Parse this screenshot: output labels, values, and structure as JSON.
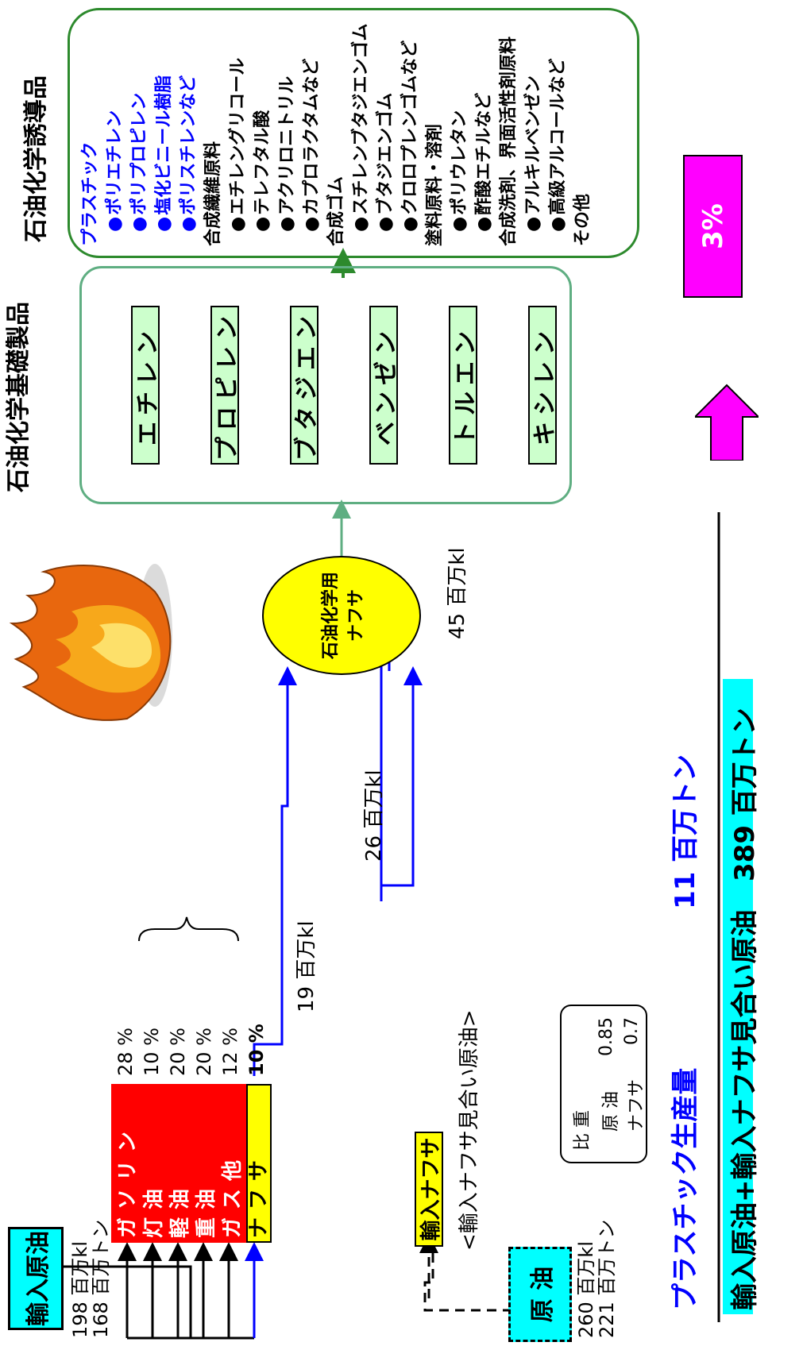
{
  "input": {
    "imported_crude_label": "輸入原油",
    "imported_crude_volume": "198 百万kl",
    "imported_crude_weight": "168 百万トン"
  },
  "fuels": [
    {
      "name": "ガソリン",
      "pct": "28 %"
    },
    {
      "name": "灯油",
      "pct": "10 %"
    },
    {
      "name": "軽油",
      "pct": "20 %"
    },
    {
      "name": "重油",
      "pct": "20 %"
    },
    {
      "name": "ガス他",
      "pct": "12 %"
    },
    {
      "name": "ナフサ",
      "pct": "10 %"
    }
  ],
  "flows": {
    "domestic_naphtha": "19 百万kl",
    "imported_naphtha": "26 百万kl",
    "total_naphtha": "45 百万kl"
  },
  "naphtha_node": {
    "line1": "石油化学用",
    "line2": "ナフサ"
  },
  "imported_naphtha_label": "輸入ナフサ",
  "equivalent_crude": {
    "caption": "<輸入ナフサ見合い原油>",
    "label": "原 油",
    "volume": "260 百万kl",
    "weight": "221 百万トン"
  },
  "specific_gravity": {
    "title": "比 重",
    "rows": [
      {
        "name": "原 油",
        "value": "0.85"
      },
      {
        "name": "ナフサ",
        "value": "0.7"
      }
    ]
  },
  "basic_products": {
    "title": "石油化学基礎製品",
    "items": [
      "エチレン",
      "プロピレン",
      "ブタジエン",
      "ベンゼン",
      "トルエン",
      "キシレン"
    ]
  },
  "derivatives": {
    "title": "石油化学誘導品",
    "lines": [
      {
        "text": "プラスチック",
        "style": "blue-head"
      },
      {
        "text": "ポリエチレン",
        "style": "blue-dot"
      },
      {
        "text": "ポリプロピレン",
        "style": "blue-dot"
      },
      {
        "text": "塩化ビニール樹脂",
        "style": "blue-dot"
      },
      {
        "text": "ポリスチレンなど",
        "style": "blue-dot"
      },
      {
        "text": "合成繊維原料",
        "style": "head"
      },
      {
        "text": "エチレングリコール",
        "style": "dot"
      },
      {
        "text": "テレフタル酸",
        "style": "dot"
      },
      {
        "text": "アクリロニトリル",
        "style": "dot"
      },
      {
        "text": "カプロラクタムなど",
        "style": "dot"
      },
      {
        "text": "合成ゴム",
        "style": "head"
      },
      {
        "text": "スチレンブタジエンゴム",
        "style": "dot"
      },
      {
        "text": "ブタジエンゴム",
        "style": "dot"
      },
      {
        "text": "クロロプレンゴムなど",
        "style": "dot"
      },
      {
        "text": "塗料原料・溶剤",
        "style": "head"
      },
      {
        "text": "ポリウレタン",
        "style": "dot"
      },
      {
        "text": "酢酸エチルなど",
        "style": "dot"
      },
      {
        "text": "合成洗剤、界面活性剤原料",
        "style": "head"
      },
      {
        "text": "アルキルベンゼン",
        "style": "dot"
      },
      {
        "text": "高級アルコールなど",
        "style": "dot"
      },
      {
        "text": "その他",
        "style": "head"
      }
    ]
  },
  "summary": {
    "plastic_label": "プラスチック生産量",
    "plastic_value": "11 百万トン",
    "denominator_label": "輸入原油+輸入ナフサ見合い原油",
    "denominator_value": "389 百万トン",
    "ratio": "3%"
  },
  "colors": {
    "cyan": "#00ffff",
    "red": "#ff0000",
    "yellow": "#ffff00",
    "magenta": "#ff00ff",
    "blue": "#0000ff",
    "pale_green": "#ccffcc",
    "dark_green": "#2d8a2d"
  }
}
